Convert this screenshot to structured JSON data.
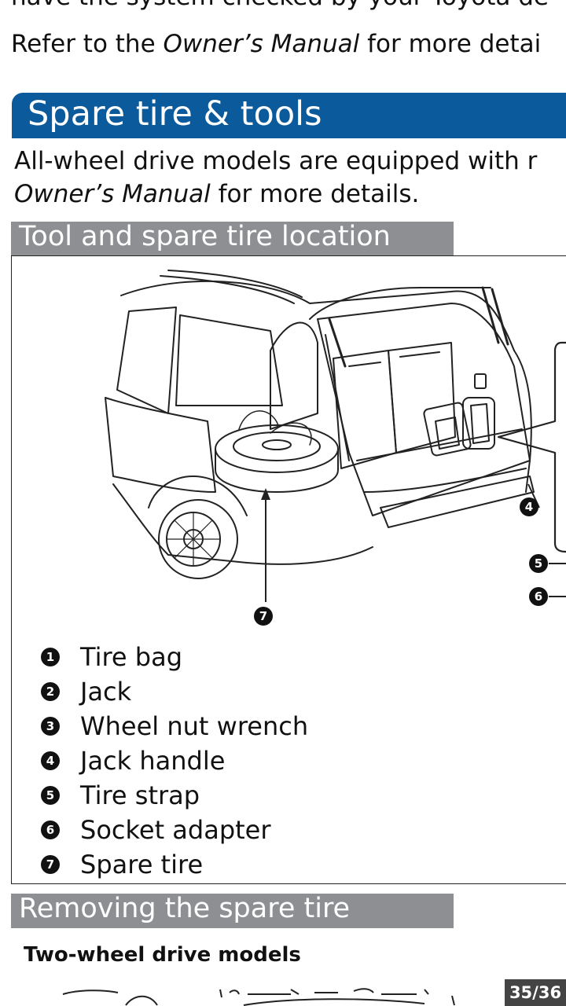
{
  "top_text": {
    "cut_line": "have the system checked by your Toyota de",
    "refer_prefix": "Refer to the ",
    "refer_italic": "Owner’s Manual",
    "refer_suffix": " for more detai"
  },
  "section": {
    "title": "Spare tire & tools",
    "intro_line1": "All-wheel drive models are equipped with r",
    "intro_italic": "Owner’s Manual",
    "intro_line2_suffix": " for more details."
  },
  "subsection1": {
    "title": "Tool and spare tire location",
    "callouts": [
      "4",
      "5",
      "6",
      "7"
    ],
    "legend": [
      {
        "num": "1",
        "label": "Tire bag"
      },
      {
        "num": "2",
        "label": "Jack"
      },
      {
        "num": "3",
        "label": "Wheel nut wrench"
      },
      {
        "num": "4",
        "label": "Jack handle"
      },
      {
        "num": "5",
        "label": "Tire strap"
      },
      {
        "num": "6",
        "label": "Socket adapter"
      },
      {
        "num": "7",
        "label": "Spare tire"
      }
    ]
  },
  "subsection2": {
    "title": "Removing the spare tire",
    "model_label": "Two-wheel drive models"
  },
  "page_indicator": "35/36"
}
